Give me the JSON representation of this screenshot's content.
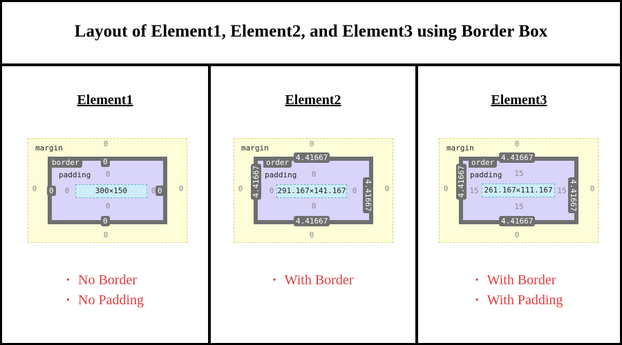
{
  "title": "Layout of Element1, Element2, and Element3 using Border Box",
  "colors": {
    "bullet_text": "#e03c3c",
    "margin_bg": "#fdfdd8",
    "border_bg": "#6f6f6f",
    "padding_bg": "#d8d4fa",
    "content_bg": "#cdeef8"
  },
  "panels": [
    {
      "heading": "Element1",
      "diagram": {
        "margin_label": "margin",
        "border_label": "border",
        "padding_label": "padding",
        "margin_top": "0",
        "margin_bottom": "0",
        "margin_left": "0",
        "margin_right": "0",
        "border_top": "0",
        "border_bottom": "0",
        "border_left": "0",
        "border_right": "0",
        "padding_top": "0",
        "padding_bottom": "0",
        "padding_left": "0",
        "padding_right": "0",
        "content": "300×150"
      },
      "bullets": [
        "No Border",
        "No Padding"
      ]
    },
    {
      "heading": "Element2",
      "diagram": {
        "margin_label": "margin",
        "border_label": "order",
        "padding_label": "padding",
        "margin_top": "0",
        "margin_bottom": "0",
        "margin_left": "0",
        "margin_right": "0",
        "border_top": "4.41667",
        "border_bottom": "4.41667",
        "border_left": "4.41667",
        "border_right": "4.41667",
        "padding_top": "0",
        "padding_bottom": "0",
        "padding_left": "0",
        "padding_right": "0",
        "content": "291.167×141.167"
      },
      "bullets": [
        "With Border"
      ]
    },
    {
      "heading": "Element3",
      "diagram": {
        "margin_label": "margin",
        "border_label": "order",
        "padding_label": "padding",
        "margin_top": "0",
        "margin_bottom": "0",
        "margin_left": "0",
        "margin_right": "0",
        "border_top": "4.41667",
        "border_bottom": "4.41667",
        "border_left": "4.41667",
        "border_right": "4.41667",
        "padding_top": "15",
        "padding_bottom": "15",
        "padding_left": "15",
        "padding_right": "15",
        "content": "261.167×111.167"
      },
      "bullets": [
        "With Border",
        "With Padding"
      ]
    }
  ]
}
